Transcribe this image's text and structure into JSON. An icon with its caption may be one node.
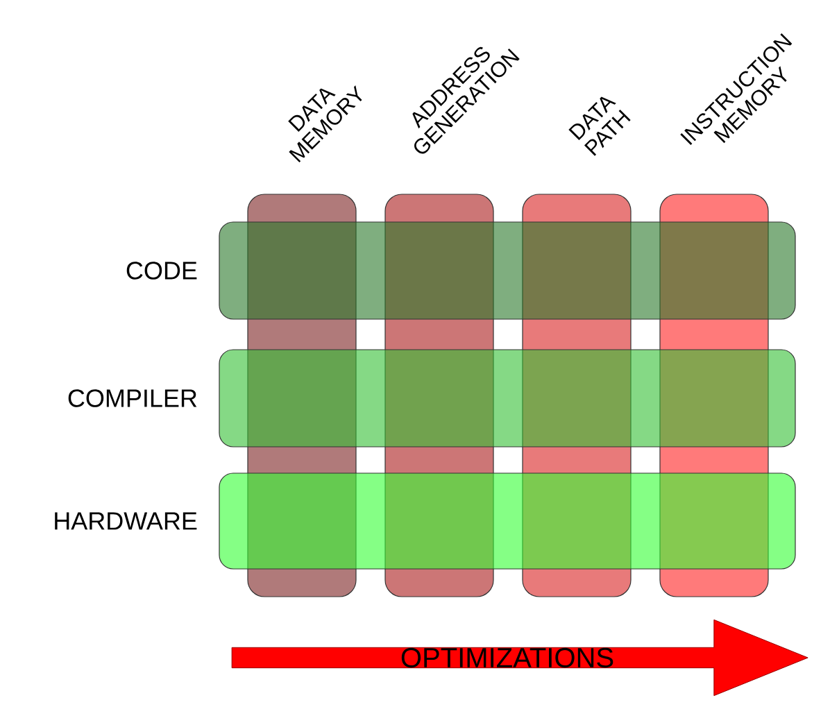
{
  "diagram": {
    "nodes": [
      {
        "text": [
          "DATA MEMORY"
        ]
      },
      {
        "text": [
          "ADDRESS GENERATION"
        ]
      },
      {
        "text": [
          "DATA PATH"
        ]
      },
      {
        "text": [
          "INSTRUCTION MEMORY"
        ]
      },
      {
        "text": [
          "CODE"
        ]
      },
      {
        "text": [
          "COMPILER"
        ]
      },
      {
        "text": [
          "HARDWARE"
        ]
      },
      {
        "text": [
          "OPTIMIZATIONS"
        ]
      }
    ]
  }
}
